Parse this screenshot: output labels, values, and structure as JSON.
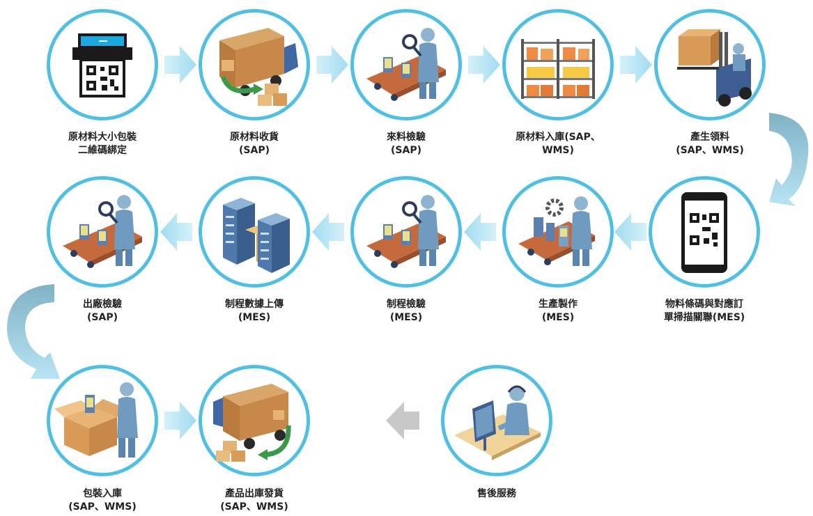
{
  "steps": [
    {
      "label": "原材料大小包裝\n二維碼綁定",
      "icon": "printer-qrcode-icon"
    },
    {
      "label": "原材料收貨\n(SAP)",
      "icon": "truck-unloading-icon"
    },
    {
      "label": "來料檢驗\n(SAP)",
      "icon": "inspector-conveyor-icon"
    },
    {
      "label": "原材料入庫(SAP、\nWMS)",
      "icon": "warehouse-shelf-icon"
    },
    {
      "label": "產生領料\n(SAP、WMS)",
      "icon": "forklift-icon"
    },
    {
      "label": "物料條碼與對應訂\n單掃描關聯(MES)",
      "icon": "phone-qrcode-icon"
    },
    {
      "label": "生產製作\n(MES)",
      "icon": "worker-assembly-icon"
    },
    {
      "label": "制程檢驗\n(MES)",
      "icon": "inspector-conveyor-icon"
    },
    {
      "label": "制程數據上傳\n(MES)",
      "icon": "server-icon"
    },
    {
      "label": "出廠檢驗\n(SAP)",
      "icon": "inspector-conveyor-icon"
    },
    {
      "label": "包裝入庫\n(SAP、WMS)",
      "icon": "packing-box-icon"
    },
    {
      "label": "產品出庫發貨\n(SAP、WMS)",
      "icon": "truck-loading-icon"
    },
    {
      "label": "售後服務",
      "icon": "customer-service-icon"
    }
  ],
  "colors": {
    "ring": "#4fc0e3",
    "arrow": "#9fdcf0",
    "arrow_light": "#d6f0f9",
    "arrow_gray": "#c8c8c8",
    "curve_dark": "#7fb3c4"
  }
}
